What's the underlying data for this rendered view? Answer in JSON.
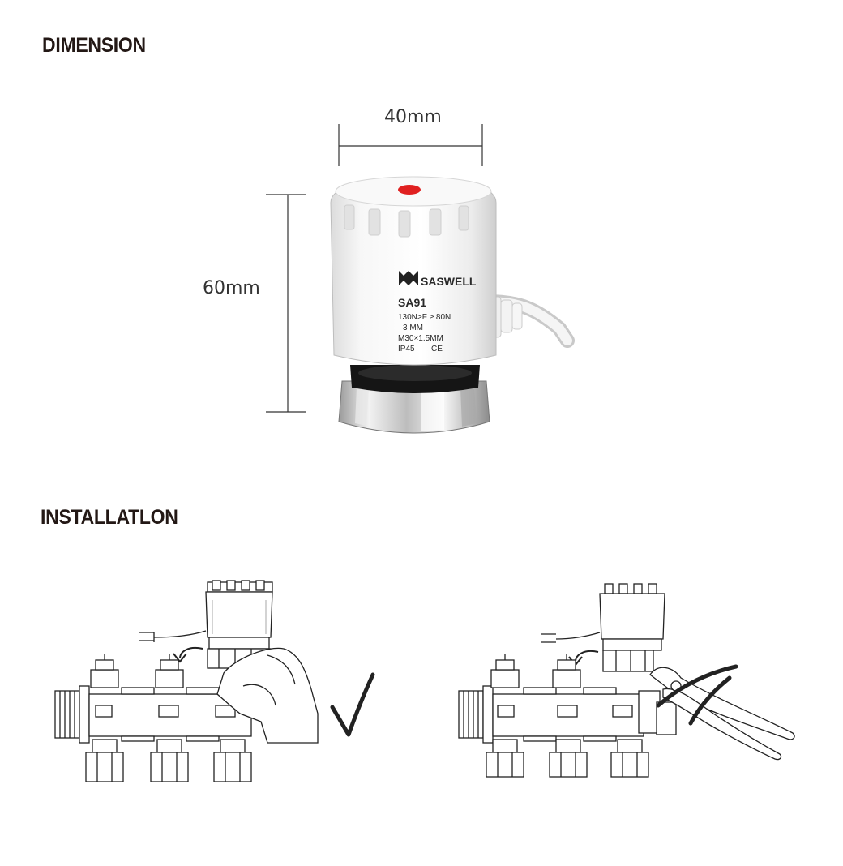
{
  "sections": {
    "dimension_title": "DIMENSION",
    "installation_title": "INSTALLATLON"
  },
  "dimensions": {
    "width_label": "40mm",
    "height_label": "60mm"
  },
  "product": {
    "brand": "SASWELL",
    "model": "SA91",
    "spec_force": "130N>F ≥ 80N",
    "spec_stroke": "3  MM",
    "spec_thread": "M30×1.5MM",
    "spec_ip": "IP45",
    "spec_ce": "CE",
    "indicator_color": "#e02020"
  },
  "installation": {
    "correct_mark": "check",
    "wrong_mark": "cross"
  }
}
